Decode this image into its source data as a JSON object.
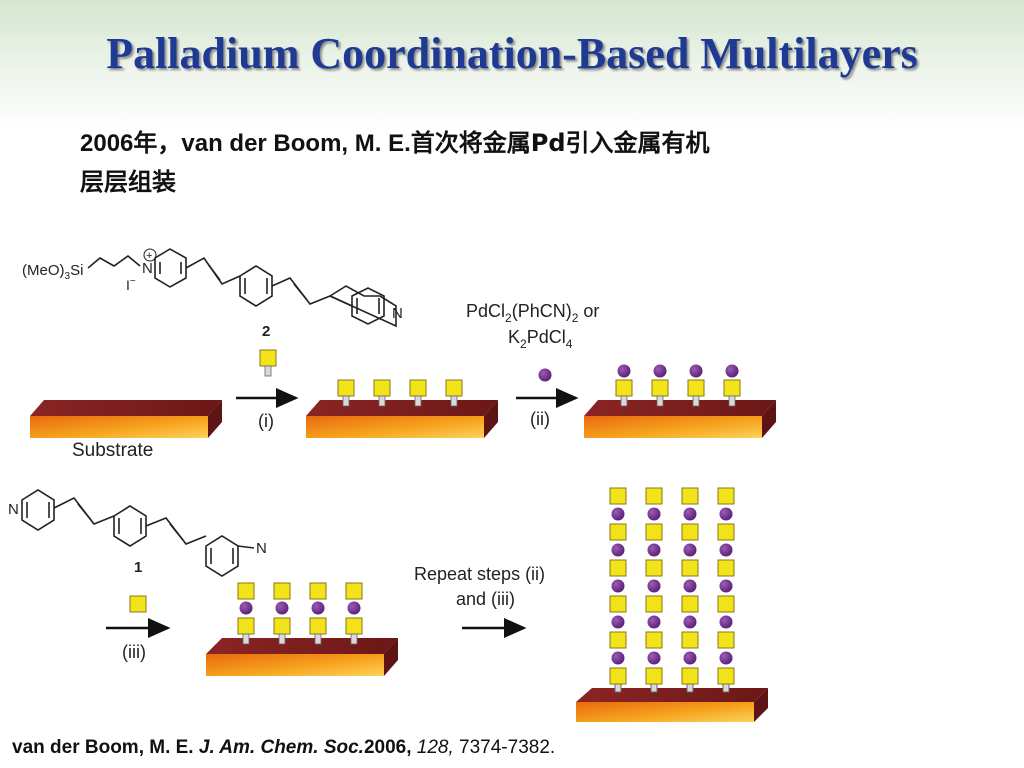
{
  "title": "Palladium Coordination-Based Multilayers",
  "subtitle": {
    "line1_prefix": "2006年，van der Boom, M. E.",
    "line1_cjk": "首次将金属Pd引入金属有机",
    "line2": "层层组装"
  },
  "scheme": {
    "compound2_left": "(MeO)",
    "compound2_sub3": "3",
    "compound2_si": "Si",
    "iodide": "I",
    "iodide_sup": "−",
    "plus": "+",
    "n_label": "N",
    "compound2_number": "2",
    "compound1_number": "1",
    "substrate_label": "Substrate",
    "step_i": "(i)",
    "step_ii": "(ii)",
    "step_iii": "(iii)",
    "reagent_line1": "PdCl",
    "reagent_line1_sub": "2",
    "reagent_line1_b": "(PhCN)",
    "reagent_line1_sub2": "2",
    "reagent_line1_or": " or",
    "reagent_line2_k": "K",
    "reagent_line2_sub": "2",
    "reagent_line2_pd": "PdCl",
    "reagent_line2_sub2": "4",
    "repeat_line1": "Repeat steps (ii)",
    "repeat_line2": "and (iii)",
    "colors": {
      "square": "#f2e31b",
      "pd_sphere": "#6b2d86",
      "substrate_top": "#7a1f1f",
      "substrate_front": "#f0a31a",
      "arrow": "#111111"
    }
  },
  "citation": {
    "authors": "van der Boom, M. E. ",
    "journal": "J. Am. Chem. Soc.",
    "year": "2006,",
    "volume": " 128,",
    "pages": " 7374-7382."
  }
}
